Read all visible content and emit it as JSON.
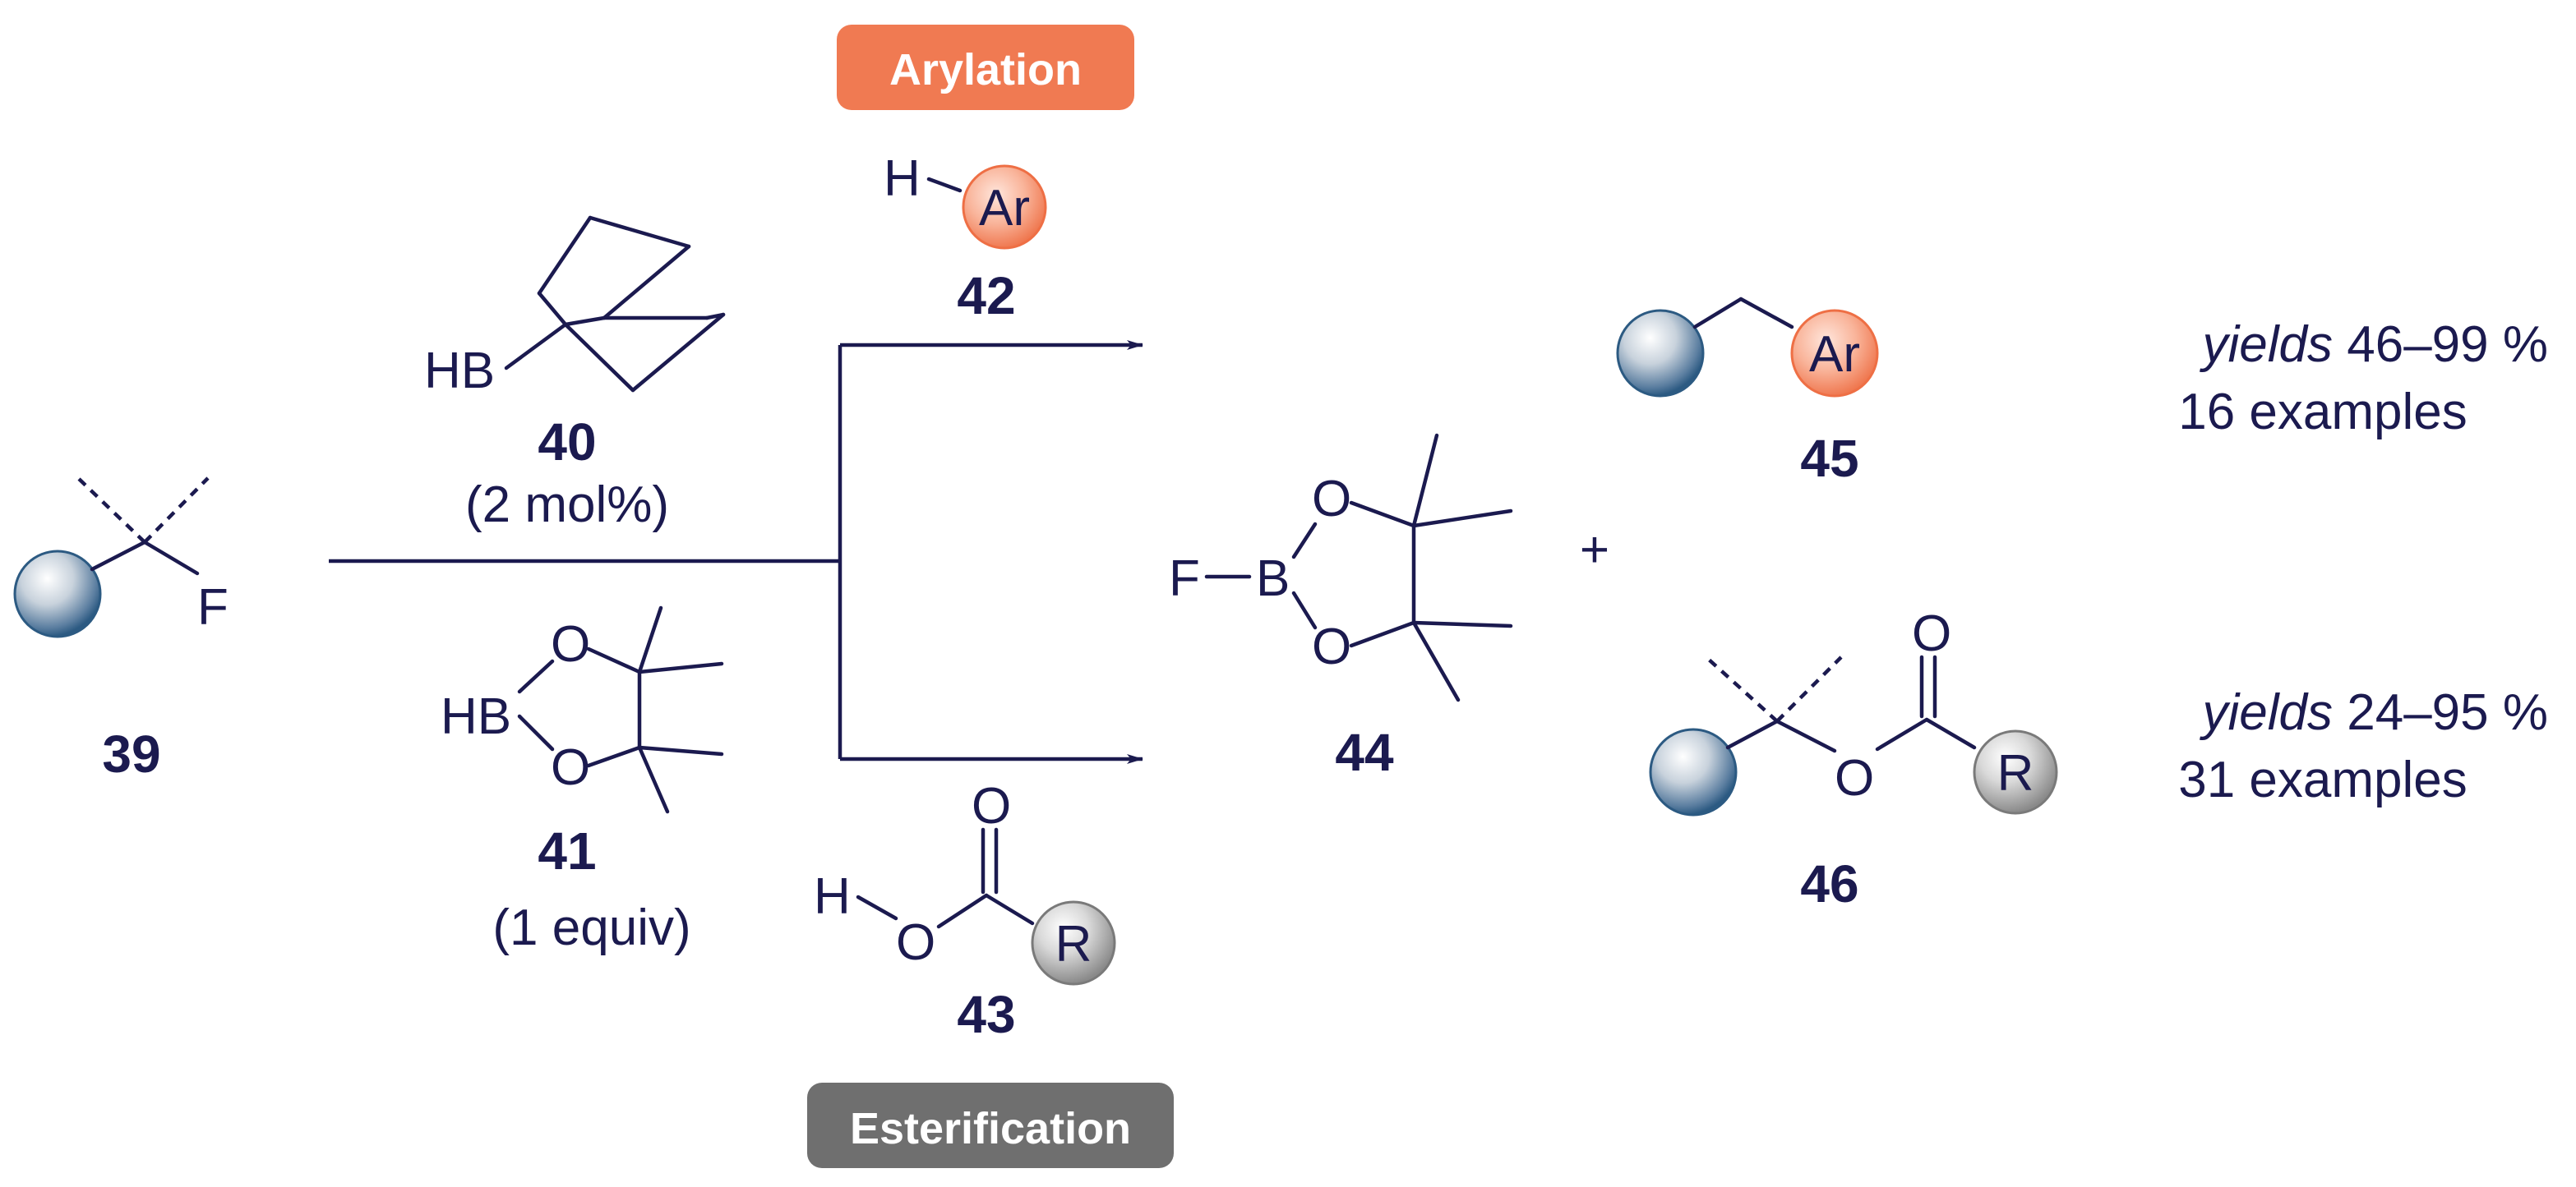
{
  "labels": {
    "arylation": "Arylation",
    "esterification": "Esterification"
  },
  "compounds": {
    "c39": "39",
    "c40": "40",
    "c41": "41",
    "c42": "42",
    "c43": "43",
    "c44": "44",
    "c45": "45",
    "c46": "46"
  },
  "conditions": {
    "catalyst_loading": "(2 mol%)",
    "reagent_equiv": "(1 equiv)"
  },
  "atoms": {
    "F": "F",
    "HB": "HB",
    "B": "B",
    "O": "O",
    "H": "H",
    "Ar": "Ar",
    "R": "R"
  },
  "results": {
    "arylation_yield_label": "yields",
    "arylation_yield_range": " 46–99 %",
    "arylation_examples": "16 examples",
    "ester_yield_label": "yields",
    "ester_yield_range": " 24–95 %",
    "ester_examples": "31 examples"
  },
  "plus": "+",
  "colors": {
    "ink": "#1b1a4f",
    "arylation_badge": "#f07a52",
    "esterification_badge": "#6f6f6f",
    "aryl_ball": "#f07a52",
    "substrate_ball": "#3f6f97",
    "r_ball": "#a7a7a7"
  }
}
